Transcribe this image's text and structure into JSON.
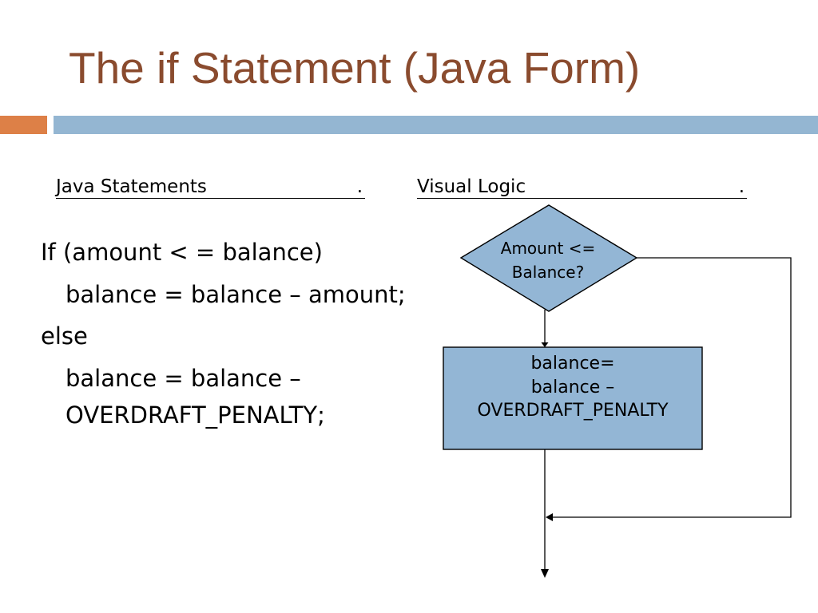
{
  "slide": {
    "title": "The if Statement (Java Form)"
  },
  "colors": {
    "title": "#8A4B2E",
    "accent_orange": "#DD8047",
    "accent_blue": "#94B6D2",
    "shape_fill": "#93B6D5"
  },
  "columns": {
    "left_header": {
      "label": "Java Statements",
      "trailing": "."
    },
    "right_header": {
      "label": "Visual Logic",
      "trailing": "."
    }
  },
  "code": {
    "lines": [
      "If (amount < = balance)",
      "balance = balance – amount;",
      "else",
      "balance = balance –",
      "OVERDRAFT_PENALTY;"
    ]
  },
  "flowchart": {
    "decision": [
      "Amount <=",
      "Balance?"
    ],
    "process": [
      "balance=",
      "balance –",
      "OVERDRAFT_PENALTY"
    ]
  }
}
